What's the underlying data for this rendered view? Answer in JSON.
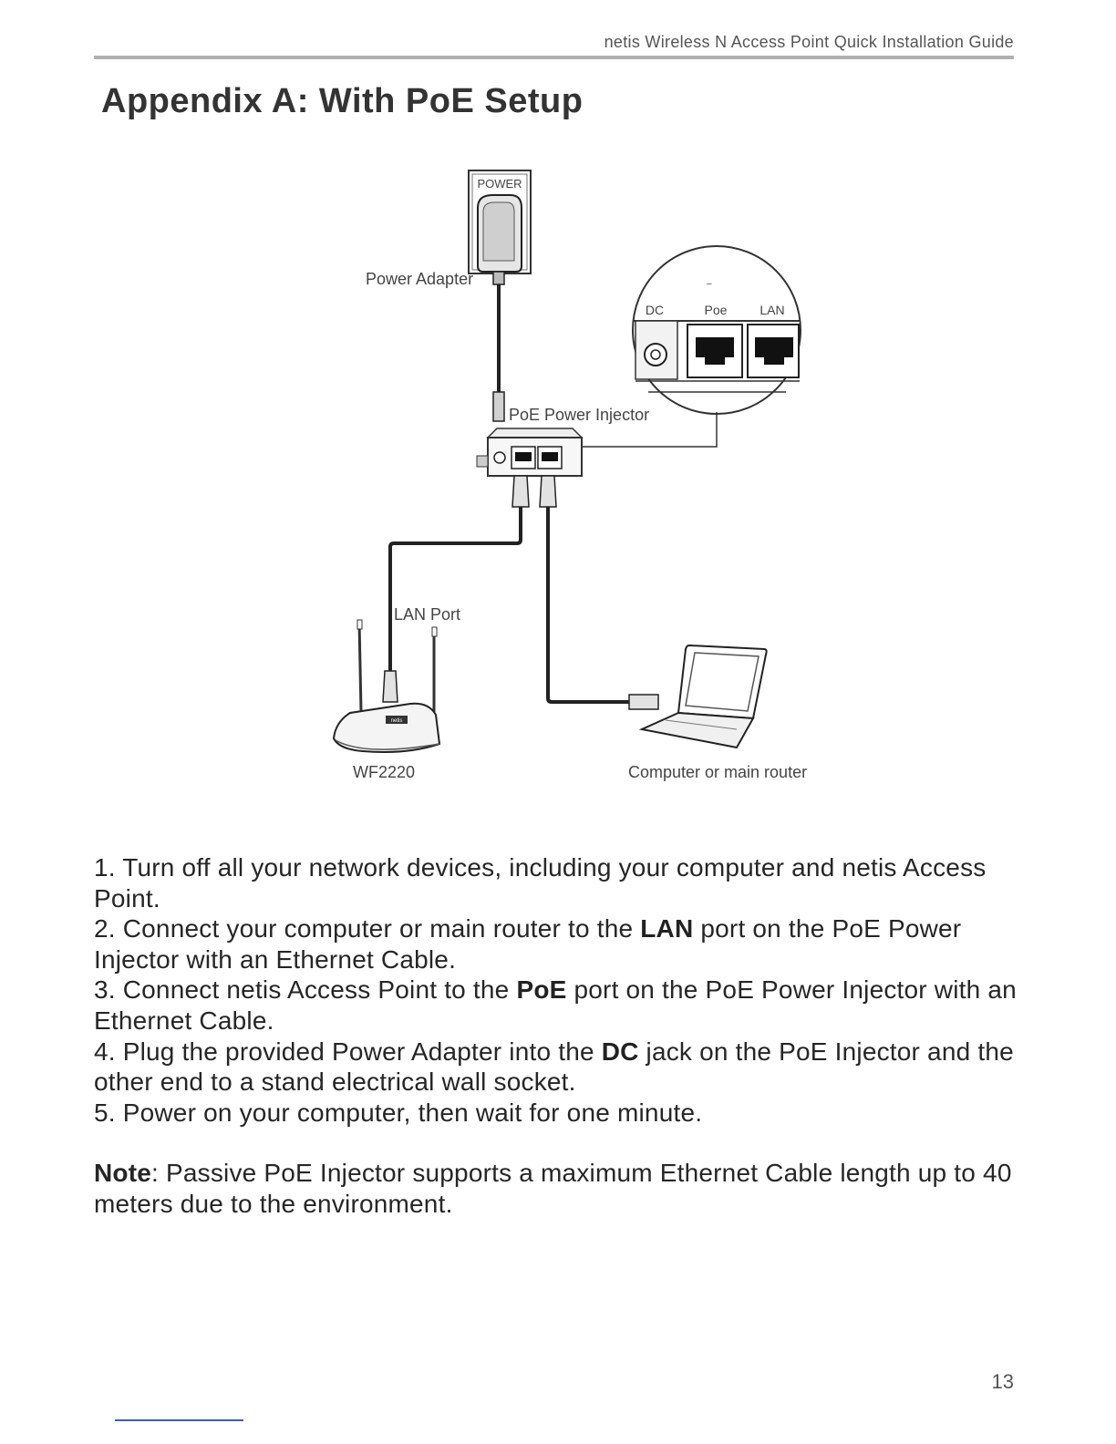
{
  "header": {
    "title": "netis Wireless N Access Point Quick Installation Guide"
  },
  "page_title": "Appendix A: With PoE Setup",
  "diagram": {
    "outlet_label": "POWER",
    "power_adapter_label": "Power Adapter",
    "injector_label": "PoE Power Injector",
    "zoom_dc": "DC",
    "zoom_poe": "Poe",
    "zoom_lan": "LAN",
    "lan_port_label": "LAN Port",
    "device_logo": "netis",
    "device_label": "WF2220",
    "computer_label": "Computer or main router"
  },
  "steps": [
    {
      "a": "1. Turn off all your network devices, including your computer and netis Access Point.",
      "b": "",
      "c": ""
    },
    {
      "a": "2. Connect your computer or main router to the ",
      "b": "LAN",
      "c": " port on the PoE Power Injector with an Ethernet Cable."
    },
    {
      "a": "3. Connect netis Access Point to the ",
      "b": "PoE",
      "c": " port on the PoE Power Injector with an Ethernet Cable."
    },
    {
      "a": "4. Plug the provided Power Adapter into the ",
      "b": "DC",
      "c": " jack on the PoE Injector and the other end to a stand electrical wall socket."
    },
    {
      "a": "5. Power on your computer, then wait for one minute.",
      "b": "",
      "c": ""
    }
  ],
  "note": {
    "label": "Note",
    "text": ": Passive PoE Injector supports a maximum Ethernet Cable length up to 40 meters due to the environment."
  },
  "page_number": "13"
}
